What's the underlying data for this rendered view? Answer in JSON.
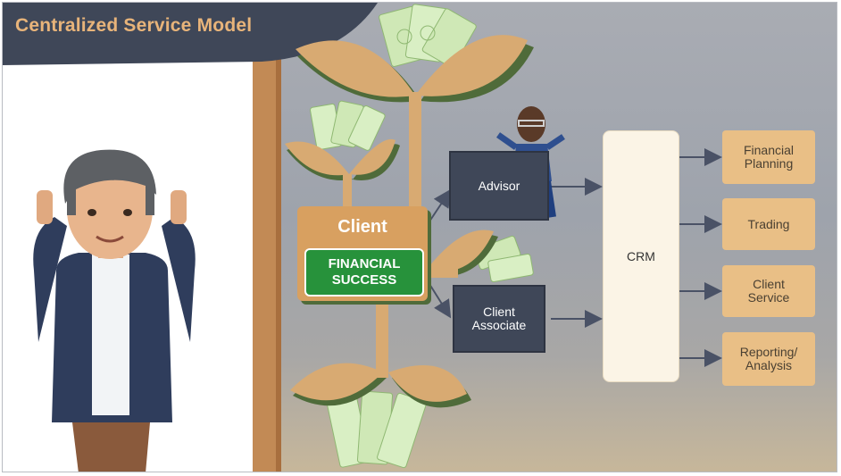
{
  "header": {
    "title": "Centralized Service Model"
  },
  "diagram": {
    "client": {
      "label": "Client",
      "badge": "FINANCIAL\nSUCCESS"
    },
    "roles": [
      {
        "label": "Advisor"
      },
      {
        "label": "Client\nAssociate"
      }
    ],
    "hub": {
      "label": "CRM"
    },
    "services": [
      {
        "label": "Financial\nPlanning"
      },
      {
        "label": "Trading"
      },
      {
        "label": "Client\nService"
      },
      {
        "label": "Reporting/\nAnalysis"
      }
    ]
  },
  "colors": {
    "banner": "#3f4758",
    "title": "#e8b47a",
    "plant": "#d8aa72",
    "leaf_shadow": "#4f6b3a",
    "success": "#27923b",
    "service_box": "#e9bf86",
    "arrow": "#4a5266"
  }
}
